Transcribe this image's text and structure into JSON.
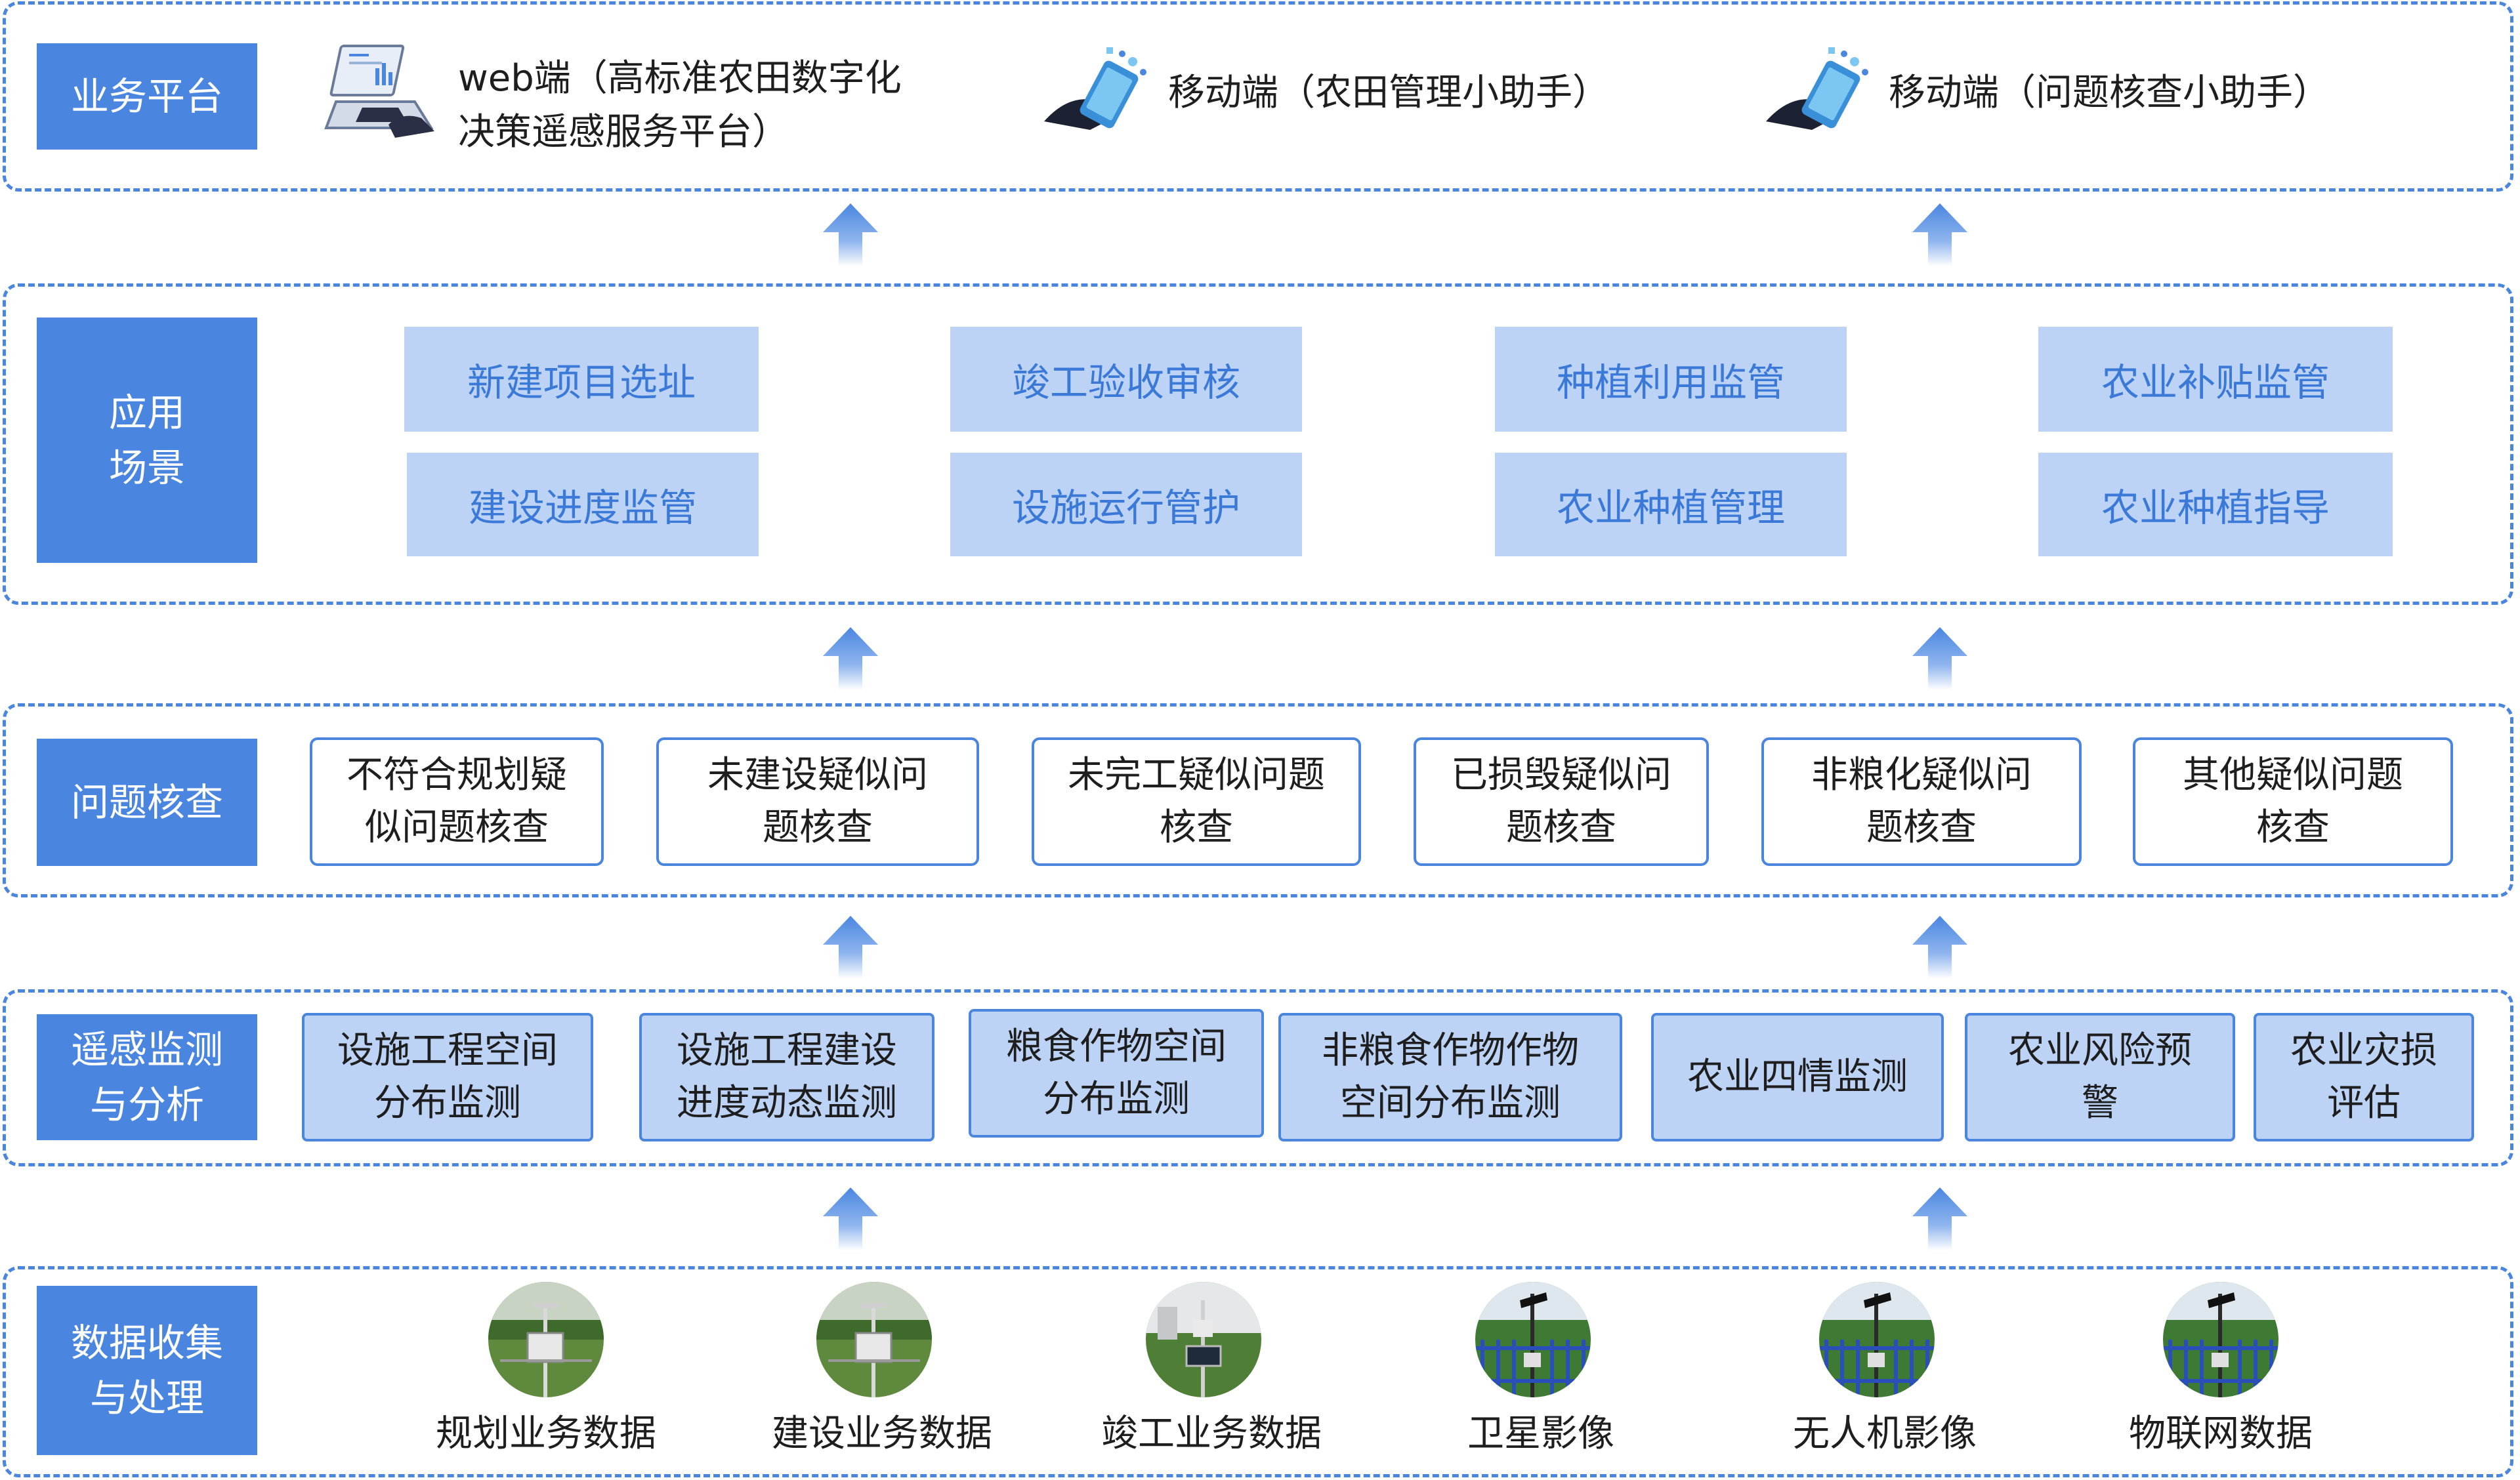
{
  "platform": {
    "label": "业务平台",
    "items": [
      {
        "line1": "web端（高标准农田数字化",
        "line2": "决策遥感服务平台）",
        "icon": "laptop-icon"
      },
      {
        "text": "移动端（农田管理小助手）",
        "icon": "mobile-hand-icon"
      },
      {
        "text": "移动端（问题核查小助手）",
        "icon": "mobile-hand-icon"
      }
    ]
  },
  "scenarios": {
    "label_line1": "应用",
    "label_line2": "场景",
    "items": [
      "新建项目选址",
      "竣工验收审核",
      "种植利用监管",
      "农业补贴监管",
      "建设进度监管",
      "设施运行管护",
      "农业种植管理",
      "农业种植指导"
    ]
  },
  "issues": {
    "label": "问题核查",
    "items": [
      {
        "line1": "不符合规划疑",
        "line2": "似问题核查"
      },
      {
        "line1": "未建设疑似问",
        "line2": "题核查"
      },
      {
        "line1": "未完工疑似问题",
        "line2": "核查"
      },
      {
        "line1": "已损毁疑似问",
        "line2": "题核查"
      },
      {
        "line1": "非粮化疑似问",
        "line2": "题核查"
      },
      {
        "line1": "其他疑似问题",
        "line2": "核查"
      }
    ]
  },
  "remote": {
    "label_line1": "遥感监测",
    "label_line2": "与分析",
    "items": [
      {
        "line1": "设施工程空间",
        "line2": "分布监测"
      },
      {
        "line1": "设施工程建设",
        "line2": "进度动态监测"
      },
      {
        "line1": "粮食作物空间",
        "line2": "分布监测"
      },
      {
        "line1": "非粮食作物作物",
        "line2": "空间分布监测"
      },
      {
        "line1": "农业四情监测",
        "line2": ""
      },
      {
        "line1": "农业风险预",
        "line2": "警"
      },
      {
        "line1": "农业灾损",
        "line2": "评估"
      }
    ]
  },
  "data": {
    "label_line1": "数据收集",
    "label_line2": "与处理",
    "items": [
      {
        "label": "规划业务数据",
        "icon": "weather-station-photo-icon"
      },
      {
        "label": "建设业务数据",
        "icon": "weather-station-photo-icon"
      },
      {
        "label": "竣工业务数据",
        "icon": "solar-sensor-photo-icon"
      },
      {
        "label": "卫星影像",
        "icon": "fenced-sensor-photo-icon"
      },
      {
        "label": "无人机影像",
        "icon": "fenced-sensor-photo-icon"
      },
      {
        "label": "物联网数据",
        "icon": "fenced-sensor-photo-icon"
      }
    ]
  },
  "colors": {
    "accent": "#4a86e0",
    "border": "#4a86de",
    "scene_fill": "#bcd3f5",
    "scene_text": "#3b79d8"
  }
}
